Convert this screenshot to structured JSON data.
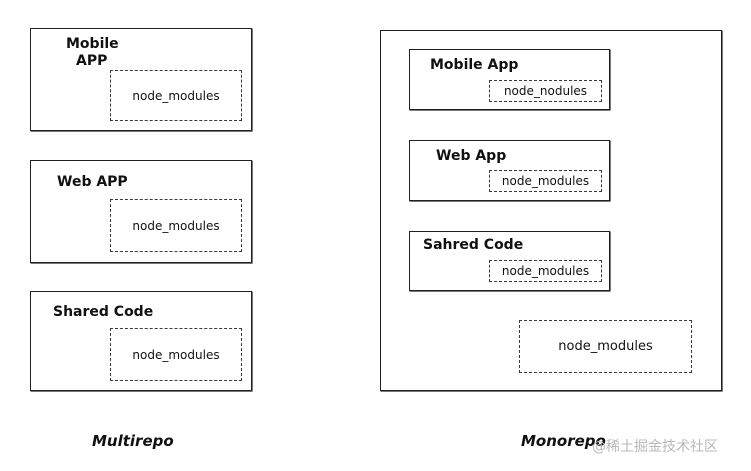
{
  "multirepo": {
    "label": "Multirepo",
    "mobile_app": {
      "title_line1": "Mobile",
      "title_line2": "APP",
      "modules": "node_modules"
    },
    "web_app": {
      "title": "Web APP",
      "modules": "node_modules"
    },
    "shared_code": {
      "title": "Shared Code",
      "modules": "node_modules"
    }
  },
  "monorepo": {
    "label": "Monorepo",
    "mobile_app": {
      "title": "Mobile App",
      "modules": "node_nodules"
    },
    "web_app": {
      "title": "Web App",
      "modules": "node_modules"
    },
    "shared_code": {
      "title": "Sahred Code",
      "modules": "node_modules"
    },
    "root_modules": "node_modules"
  },
  "watermark": "@稀土掘金技术社区"
}
